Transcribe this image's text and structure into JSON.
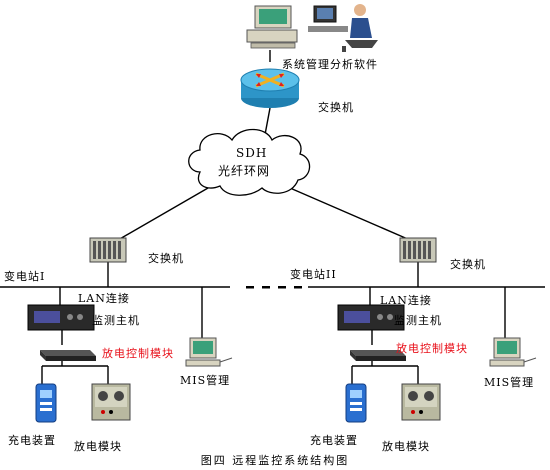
{
  "top": {
    "software_label": "系统管理分析软件",
    "core_switch_label": "交换机",
    "cloud_line1": "SDH",
    "cloud_line2": "光纤环网"
  },
  "station1": {
    "switch_label": "交换机",
    "name": "变电站I",
    "lan_label": "LAN连接",
    "host_label": "监测主机",
    "discharge_ctrl_label": "放电控制模块",
    "mis_label": "MIS管理",
    "charger_label": "充电装置",
    "discharge_module_label": "放电模块"
  },
  "station2": {
    "switch_label": "交换机",
    "name": "变电站II",
    "lan_label": "LAN连接",
    "host_label": "监测主机",
    "discharge_ctrl_label": "放电控制模块",
    "mis_label": "MIS管理",
    "charger_label": "充电装置",
    "discharge_module_label": "放电模块"
  },
  "caption": "图四  远程监控系统结构图",
  "colors": {
    "red_label": "#e8101a",
    "router_blue": "#39a6d8",
    "switch_panel": "#c8c8b8",
    "charger_blue": "#2a6fd0"
  }
}
